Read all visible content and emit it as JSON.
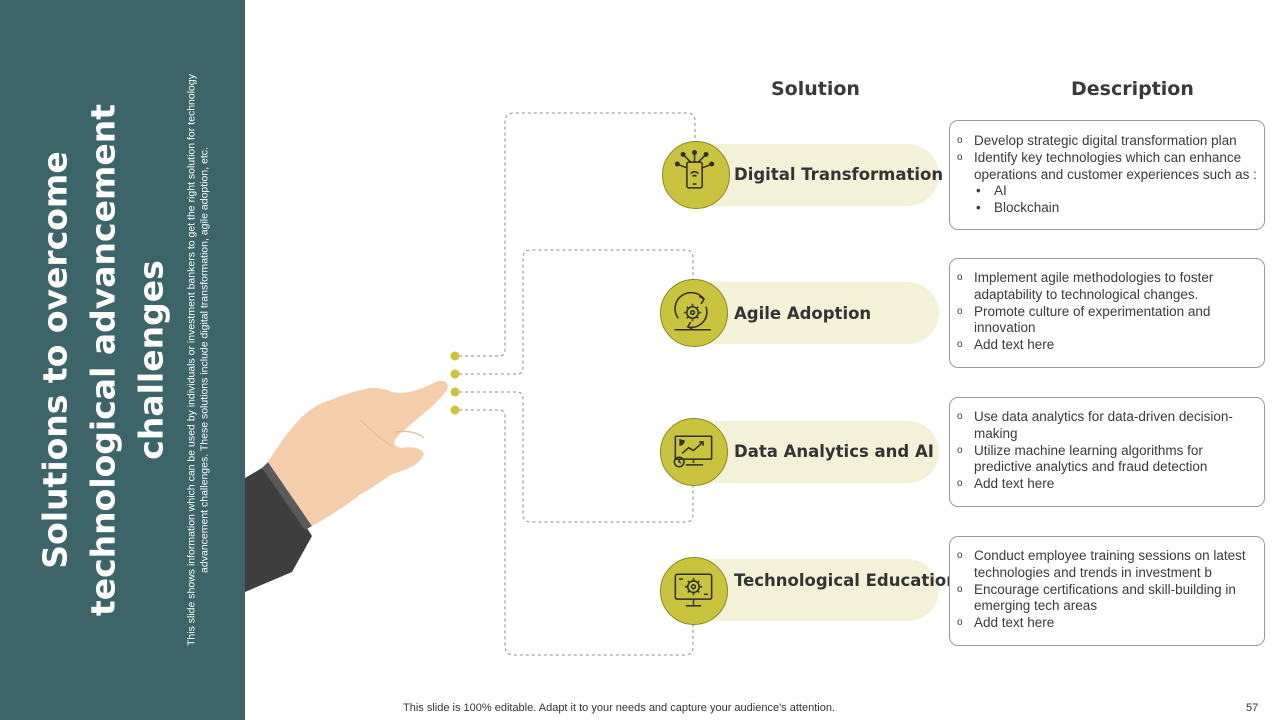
{
  "sidebar": {
    "title": "Solutions to overcome technological advancement challenges",
    "subtitle": "This slide shows information which can be used by individuals or investment bankers to get the right solution for technology advancement challenges. These solutions include digital transformation, agile adoption, etc."
  },
  "headers": {
    "solution": "Solution",
    "description": "Description"
  },
  "solutions": [
    {
      "label": "Digital Transformation",
      "icon": "smartphone-network-icon",
      "items": [
        "Develop strategic digital transformation plan",
        "Identify key technologies which can enhance operations and customer experiences such as :"
      ],
      "subitems": [
        "AI",
        "Blockchain"
      ]
    },
    {
      "label": "Agile Adoption",
      "icon": "agile-cycle-gear-icon",
      "items": [
        "Implement agile methodologies to foster adaptability to technological changes.",
        "Promote culture of experimentation and innovation",
        "Add text here"
      ]
    },
    {
      "label": "Data Analytics and AI",
      "icon": "analytics-presentation-icon",
      "items": [
        "Use data analytics for data-driven decision-making",
        "Utilize machine learning algorithms for predictive analytics and fraud detection",
        "Add text here"
      ]
    },
    {
      "label": "Technological Education",
      "icon": "monitor-gear-icon",
      "items": [
        "Conduct employee training sessions on latest technologies and trends in investment b",
        "Encourage certifications and skill-building in emerging tech areas",
        "Add text here"
      ]
    }
  ],
  "footer": {
    "note": "This slide is 100% editable. Adapt it to your needs and capture your audience's attention.",
    "page_number": "57"
  },
  "colors": {
    "sidebar": "#3d6468",
    "accent": "#c9c33e",
    "pill": "#f3f2d8"
  }
}
